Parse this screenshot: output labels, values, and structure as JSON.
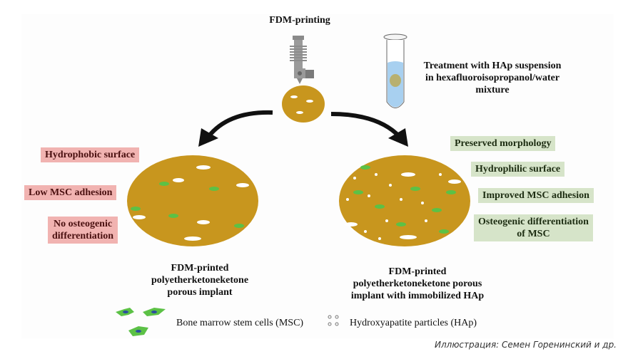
{
  "title": "FDM-printing",
  "treatment": [
    "Treatment with HAp suspension",
    "in hexafluoroisopropanol/water",
    "mixture"
  ],
  "left": {
    "properties": [
      "Hydrophobic surface",
      "Low MSC adhesion",
      "No osteogenic",
      "differentiation"
    ],
    "caption": [
      "FDM-printed",
      "polyetherketoneketone",
      "porous implant"
    ]
  },
  "right": {
    "properties": [
      "Preserved morphology",
      "Hydrophilic surface",
      "Improved MSC adhesion",
      "Osteogenic differentiation",
      "of MSC"
    ],
    "caption": [
      "FDM-printed",
      "polyetherketoneketone porous",
      "implant with immobilized HAp"
    ]
  },
  "legend": {
    "cells": "Bone marrow stem cells (MSC)",
    "particles": "Hydroxyapatite particles (HAp)"
  },
  "credit": "Иллюстрация: Семен Горенинский и др.",
  "colors": {
    "implant": "#c8961e",
    "negative": "#f1b3b1",
    "positive": "#d6e4c9",
    "cell": "#5cc146"
  }
}
